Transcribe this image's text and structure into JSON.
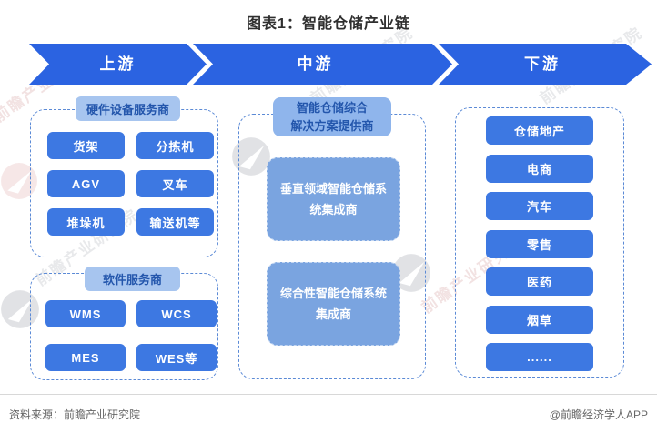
{
  "title": "图表1：智能仓储产业链",
  "banner": {
    "upstream": "上游",
    "midstream": "中游",
    "downstream": "下游"
  },
  "upstream": {
    "hardware_header": "硬件设备服务商",
    "hardware_items": [
      "货架",
      "分拣机",
      "AGV",
      "叉车",
      "堆垛机",
      "输送机等"
    ],
    "software_header": "软件服务商",
    "software_items": [
      "WMS",
      "WCS",
      "MES",
      "WES等"
    ]
  },
  "midstream": {
    "header": "智能仓储综合\n解决方案提供商",
    "items": [
      "垂直领域智能仓储系统集成商",
      "综合性智能仓储系统集成商"
    ]
  },
  "downstream": {
    "items": [
      "仓储地产",
      "电商",
      "汽车",
      "零售",
      "医药",
      "烟草",
      "......"
    ]
  },
  "footer": {
    "source": "资料来源：前瞻产业研究院",
    "brand": "@前瞻经济学人APP"
  },
  "watermark": {
    "text": "前瞻产业研究院"
  },
  "colors": {
    "arrow_blue": "#2b63e1",
    "button_blue": "#3d78e2",
    "chip_light_blue": "#a7c5ef",
    "chip_text_blue": "#2356ac",
    "mid_box_blue": "#7aa4e0",
    "dashed_border_blue": "#5b8ad6",
    "footer_gray": "#666666"
  }
}
